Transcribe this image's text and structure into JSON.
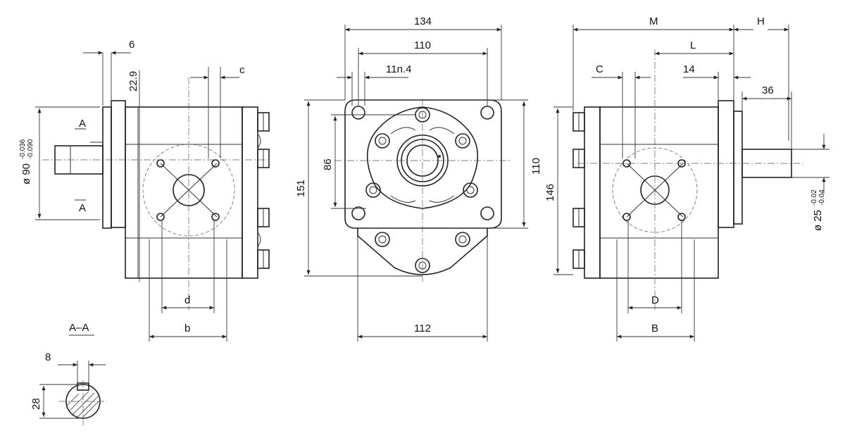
{
  "dimensions": {
    "d134": "134",
    "d110_top": "110",
    "d11n4": "11n.4",
    "d6": "6",
    "d22_9": "22.9",
    "c": "c",
    "M": "M",
    "H": "H",
    "L": "L",
    "C": "C",
    "d14": "14",
    "d36": "36",
    "d86": "86",
    "d151": "151",
    "d110_side": "110",
    "d146": "146",
    "d112": "112",
    "d": "d",
    "b": "b",
    "D": "D",
    "B": "B",
    "d8": "8",
    "d28": "28"
  },
  "shaft_left": {
    "prefix": "ø 90",
    "tol_upper": "-0.036",
    "tol_lower": "-0.090"
  },
  "shaft_right": {
    "prefix": "ø 25",
    "tol_upper": "-0.02",
    "tol_lower": "-0.04"
  },
  "section": {
    "marker_top": "A",
    "marker_bottom": "A",
    "title": "A–A"
  }
}
